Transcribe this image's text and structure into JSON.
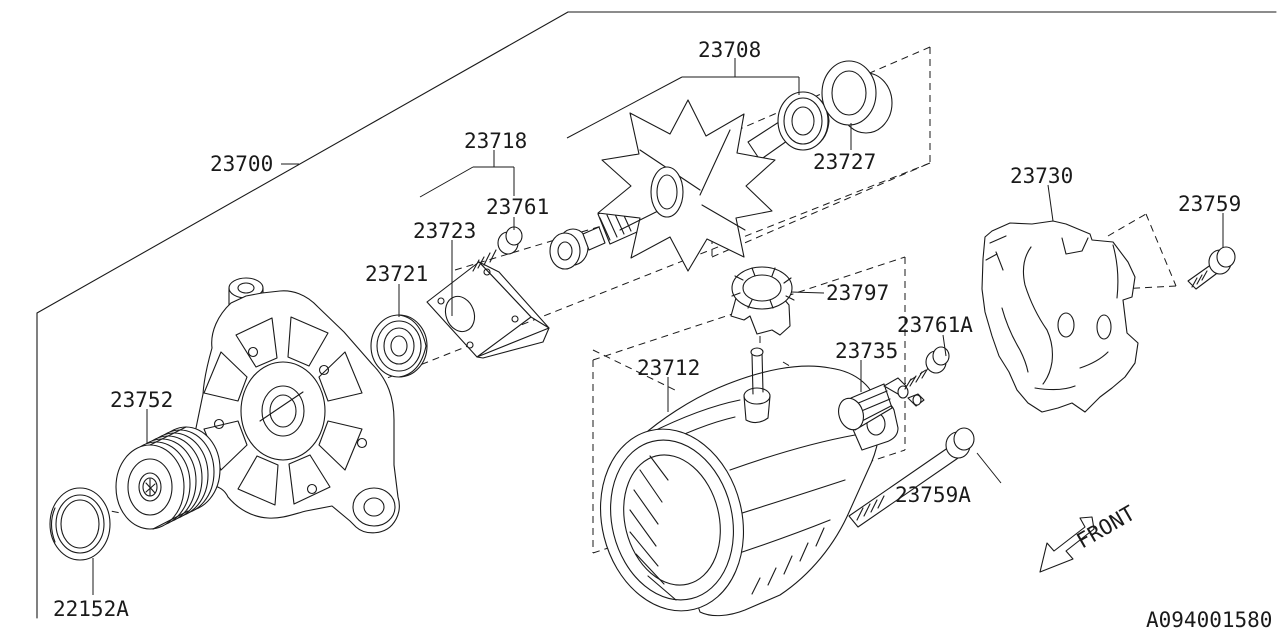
{
  "diagram": {
    "background": "#ffffff",
    "line_color": "#1a1a1a",
    "doc_code": "A094001580",
    "front_label": "FRONT",
    "parts": [
      {
        "label": "23700"
      },
      {
        "label": "23708"
      },
      {
        "label": "23718"
      },
      {
        "label": "23761"
      },
      {
        "label": "23723"
      },
      {
        "label": "23721"
      },
      {
        "label": "23727"
      },
      {
        "label": "23730"
      },
      {
        "label": "23759"
      },
      {
        "label": "23797"
      },
      {
        "label": "23761A"
      },
      {
        "label": "23735"
      },
      {
        "label": "23712"
      },
      {
        "label": "23752"
      },
      {
        "label": "22152A"
      },
      {
        "label": "23759A"
      }
    ]
  }
}
